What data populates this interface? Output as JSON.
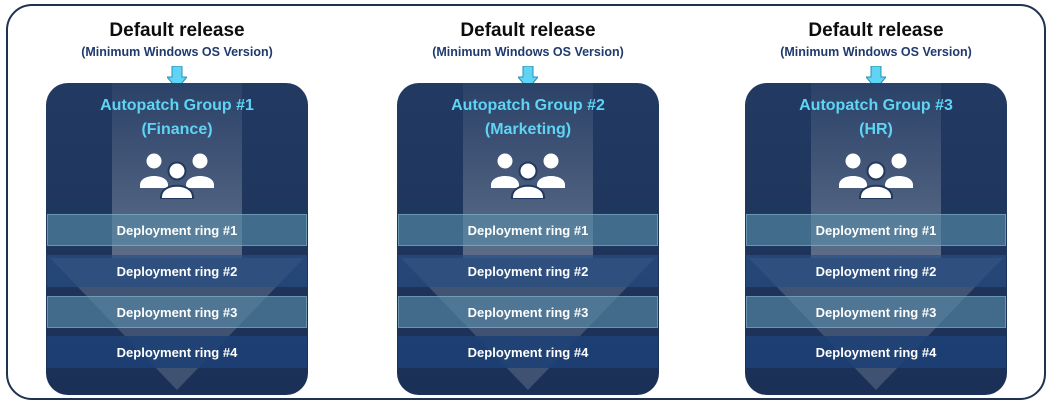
{
  "columns": [
    {
      "header_title": "Default release",
      "header_subtitle": "(Minimum Windows OS Version)",
      "group_name_line1": "Autopatch Group #1",
      "group_name_line2": "(Finance)",
      "group_icon": "people-group-icon",
      "rings": [
        "Deployment ring #1",
        "Deployment ring #2",
        "Deployment ring #3",
        "Deployment ring #4"
      ]
    },
    {
      "header_title": "Default release",
      "header_subtitle": "(Minimum Windows OS Version)",
      "group_name_line1": "Autopatch Group #2",
      "group_name_line2": "(Marketing)",
      "group_icon": "people-group-icon",
      "rings": [
        "Deployment ring #1",
        "Deployment ring #2",
        "Deployment ring #3",
        "Deployment ring #4"
      ]
    },
    {
      "header_title": "Default release",
      "header_subtitle": "(Minimum Windows OS Version)",
      "group_name_line1": "Autopatch Group #3",
      "group_name_line2": "(HR)",
      "group_icon": "people-group-icon",
      "rings": [
        "Deployment ring #1",
        "Deployment ring #2",
        "Deployment ring #3",
        "Deployment ring #4"
      ]
    }
  ],
  "colors": {
    "panel_bg": "#223a62",
    "group_name": "#5fd4f4",
    "arrow_fill": "#5fd4f4",
    "subtitle": "#1f3a6e",
    "frame_border": "#1f3350"
  }
}
